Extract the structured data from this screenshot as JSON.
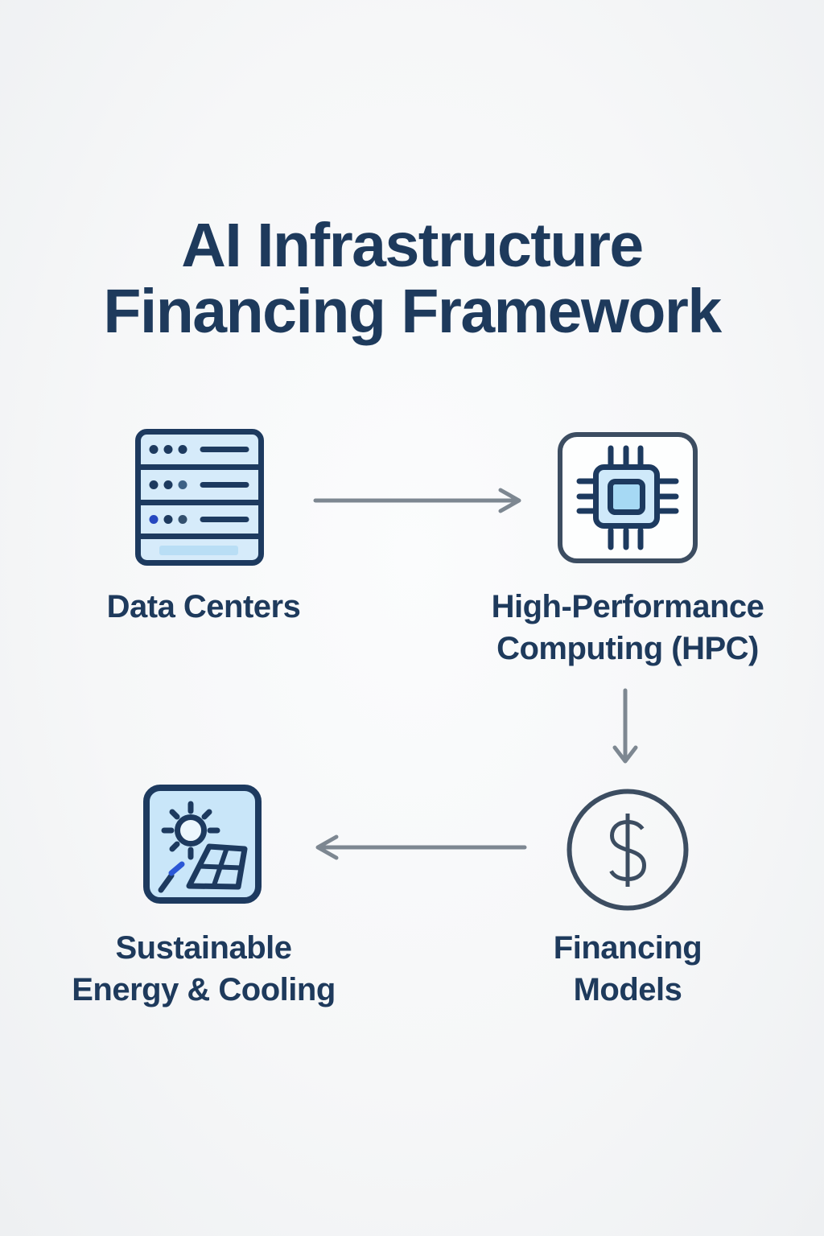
{
  "title": {
    "line1": "AI Infrastructure",
    "line2": "Financing Framework"
  },
  "nodes": {
    "datacenters": {
      "line1": "Data Centers",
      "icon": "server-icon"
    },
    "hpc": {
      "line1": "High-Performance",
      "line2": "Computing (HPC)",
      "icon": "chip-icon"
    },
    "financing": {
      "line1": "Financing",
      "line2": "Models",
      "icon": "dollar-circle-icon"
    },
    "sustainable": {
      "line1": "Sustainable",
      "line2": "Energy & Cooling",
      "icon": "solar-panel-icon"
    }
  },
  "arrows": [
    {
      "name": "arrow-datacenters-to-hpc",
      "direction": "right"
    },
    {
      "name": "arrow-hpc-to-financing",
      "direction": "down"
    },
    {
      "name": "arrow-financing-to-sustainable",
      "direction": "left"
    }
  ],
  "colors": {
    "background": "#f7f8f9",
    "text_navy": "#1e3a5c",
    "icon_border_navy": "#1d3a5f",
    "slate_outline": "#3c4d61",
    "arrow_gray": "#7d8791",
    "light_blue_fill": "#d6ebfa",
    "chip_body_blue": "#cfe9fa",
    "chip_core_blue": "#a6d9f4",
    "server_bar_blue": "#b9def5",
    "solar_bg_blue": "#c9e6f9",
    "sun_fill": "#ecf7fd",
    "accent_blue": "#2b57d6",
    "chip_container_fill": "#fdfefe"
  }
}
